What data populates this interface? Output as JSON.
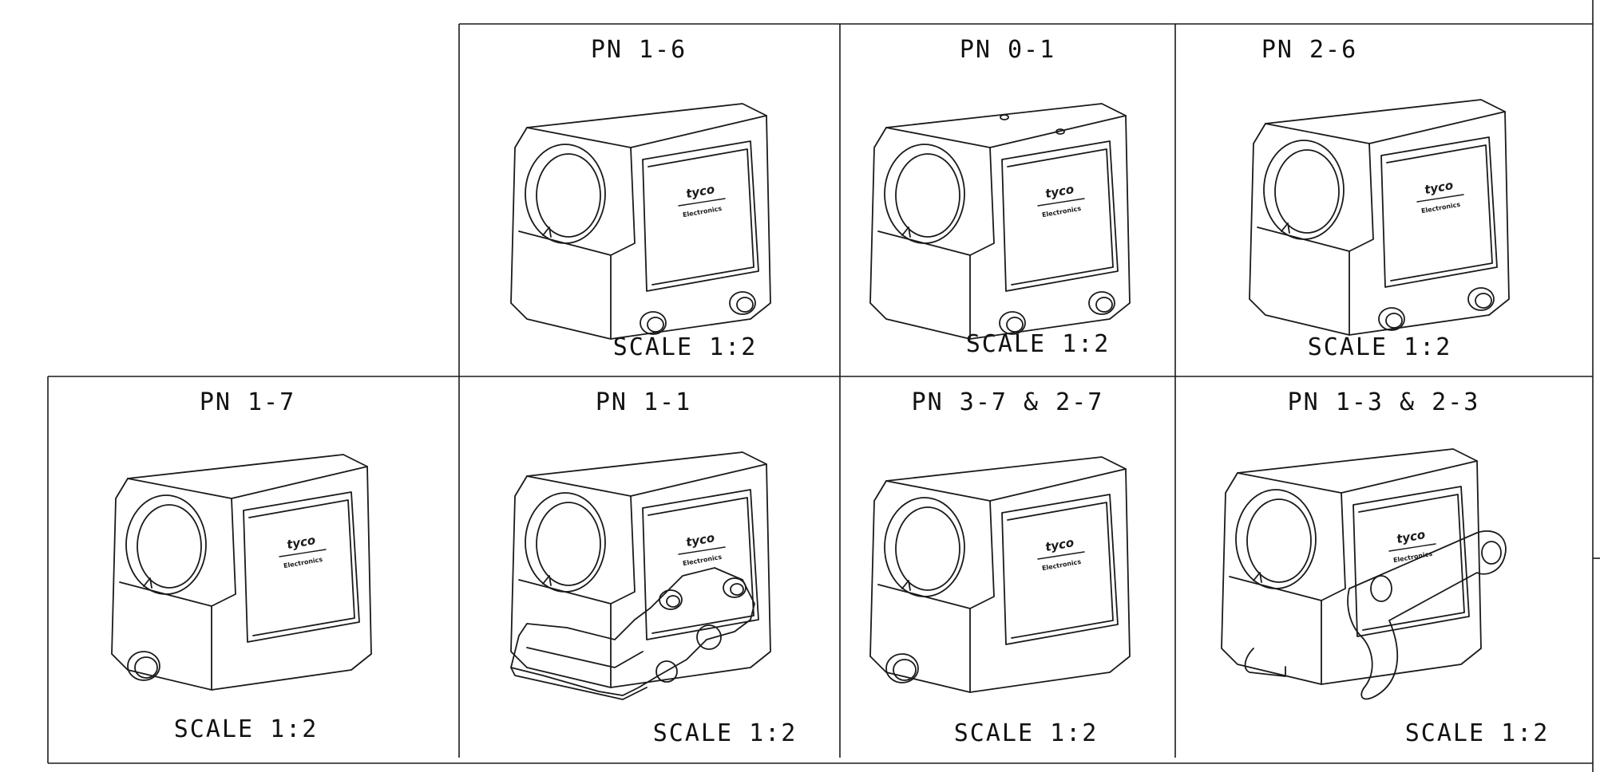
{
  "drawing": {
    "brand_line1": "tyco",
    "brand_line2": "Electronics",
    "views": [
      {
        "label": "PN 1-6",
        "scale": "SCALE 1:2",
        "variant": "single-top-two-bottom-studs"
      },
      {
        "label": "PN 0-1",
        "scale": "SCALE 1:2",
        "variant": "top-holes"
      },
      {
        "label": "PN 2-6",
        "scale": "SCALE 1:2",
        "variant": "plain"
      },
      {
        "label": "PN 1-7",
        "scale": "SCALE 1:2",
        "variant": "single-stud"
      },
      {
        "label": "PN 1-1",
        "scale": "SCALE 1:2",
        "variant": "with-bracket"
      },
      {
        "label": "PN 3-7 & 2-7",
        "scale": "SCALE 1:2",
        "variant": "single-stud"
      },
      {
        "label": "PN 1-3 & 2-3",
        "scale": "SCALE 1:2",
        "variant": "with-lever"
      }
    ]
  },
  "colors": {
    "line": "#1a1a1a",
    "background": "#ffffff"
  }
}
